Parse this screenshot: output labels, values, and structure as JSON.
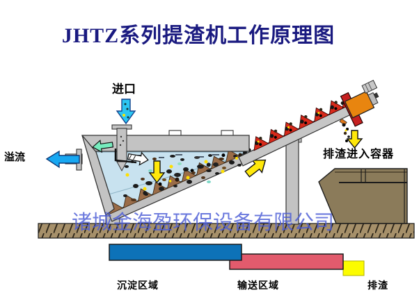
{
  "title": {
    "text": "JHTZ系列提渣机工作原理图",
    "color": "#1a1a80"
  },
  "watermark": {
    "text": "诸城金海盈环保设备有限公司",
    "color": "#4b5cd6"
  },
  "annotations": {
    "inlet": "进口",
    "overflow": "溢流",
    "discharge": "排渣进入容器"
  },
  "legend": {
    "zones": [
      {
        "label": "沉淀区域",
        "color": "#0d72b8"
      },
      {
        "label": "输送区域",
        "color": "#e25b6d"
      },
      {
        "label": "排渣",
        "color": "#fcfc00"
      }
    ]
  },
  "machine": {
    "palette": {
      "tank_gray": "#c3c3c3",
      "water_blue": "#c8e2ef",
      "screw_submerged_brown": "#9a6c48",
      "screw_exposed_red": "#d8291a",
      "motor_orange": "#e8850f",
      "container_brown": "#8b7b5a",
      "ground_tan": "#a6906a",
      "arrow_inlet_cyan": "#2cc6f2",
      "arrow_overflow_blue": "#18a8f2",
      "arrow_flow_green": "#76ecbe",
      "arrow_transport_yellow": "#ffe80a"
    }
  }
}
